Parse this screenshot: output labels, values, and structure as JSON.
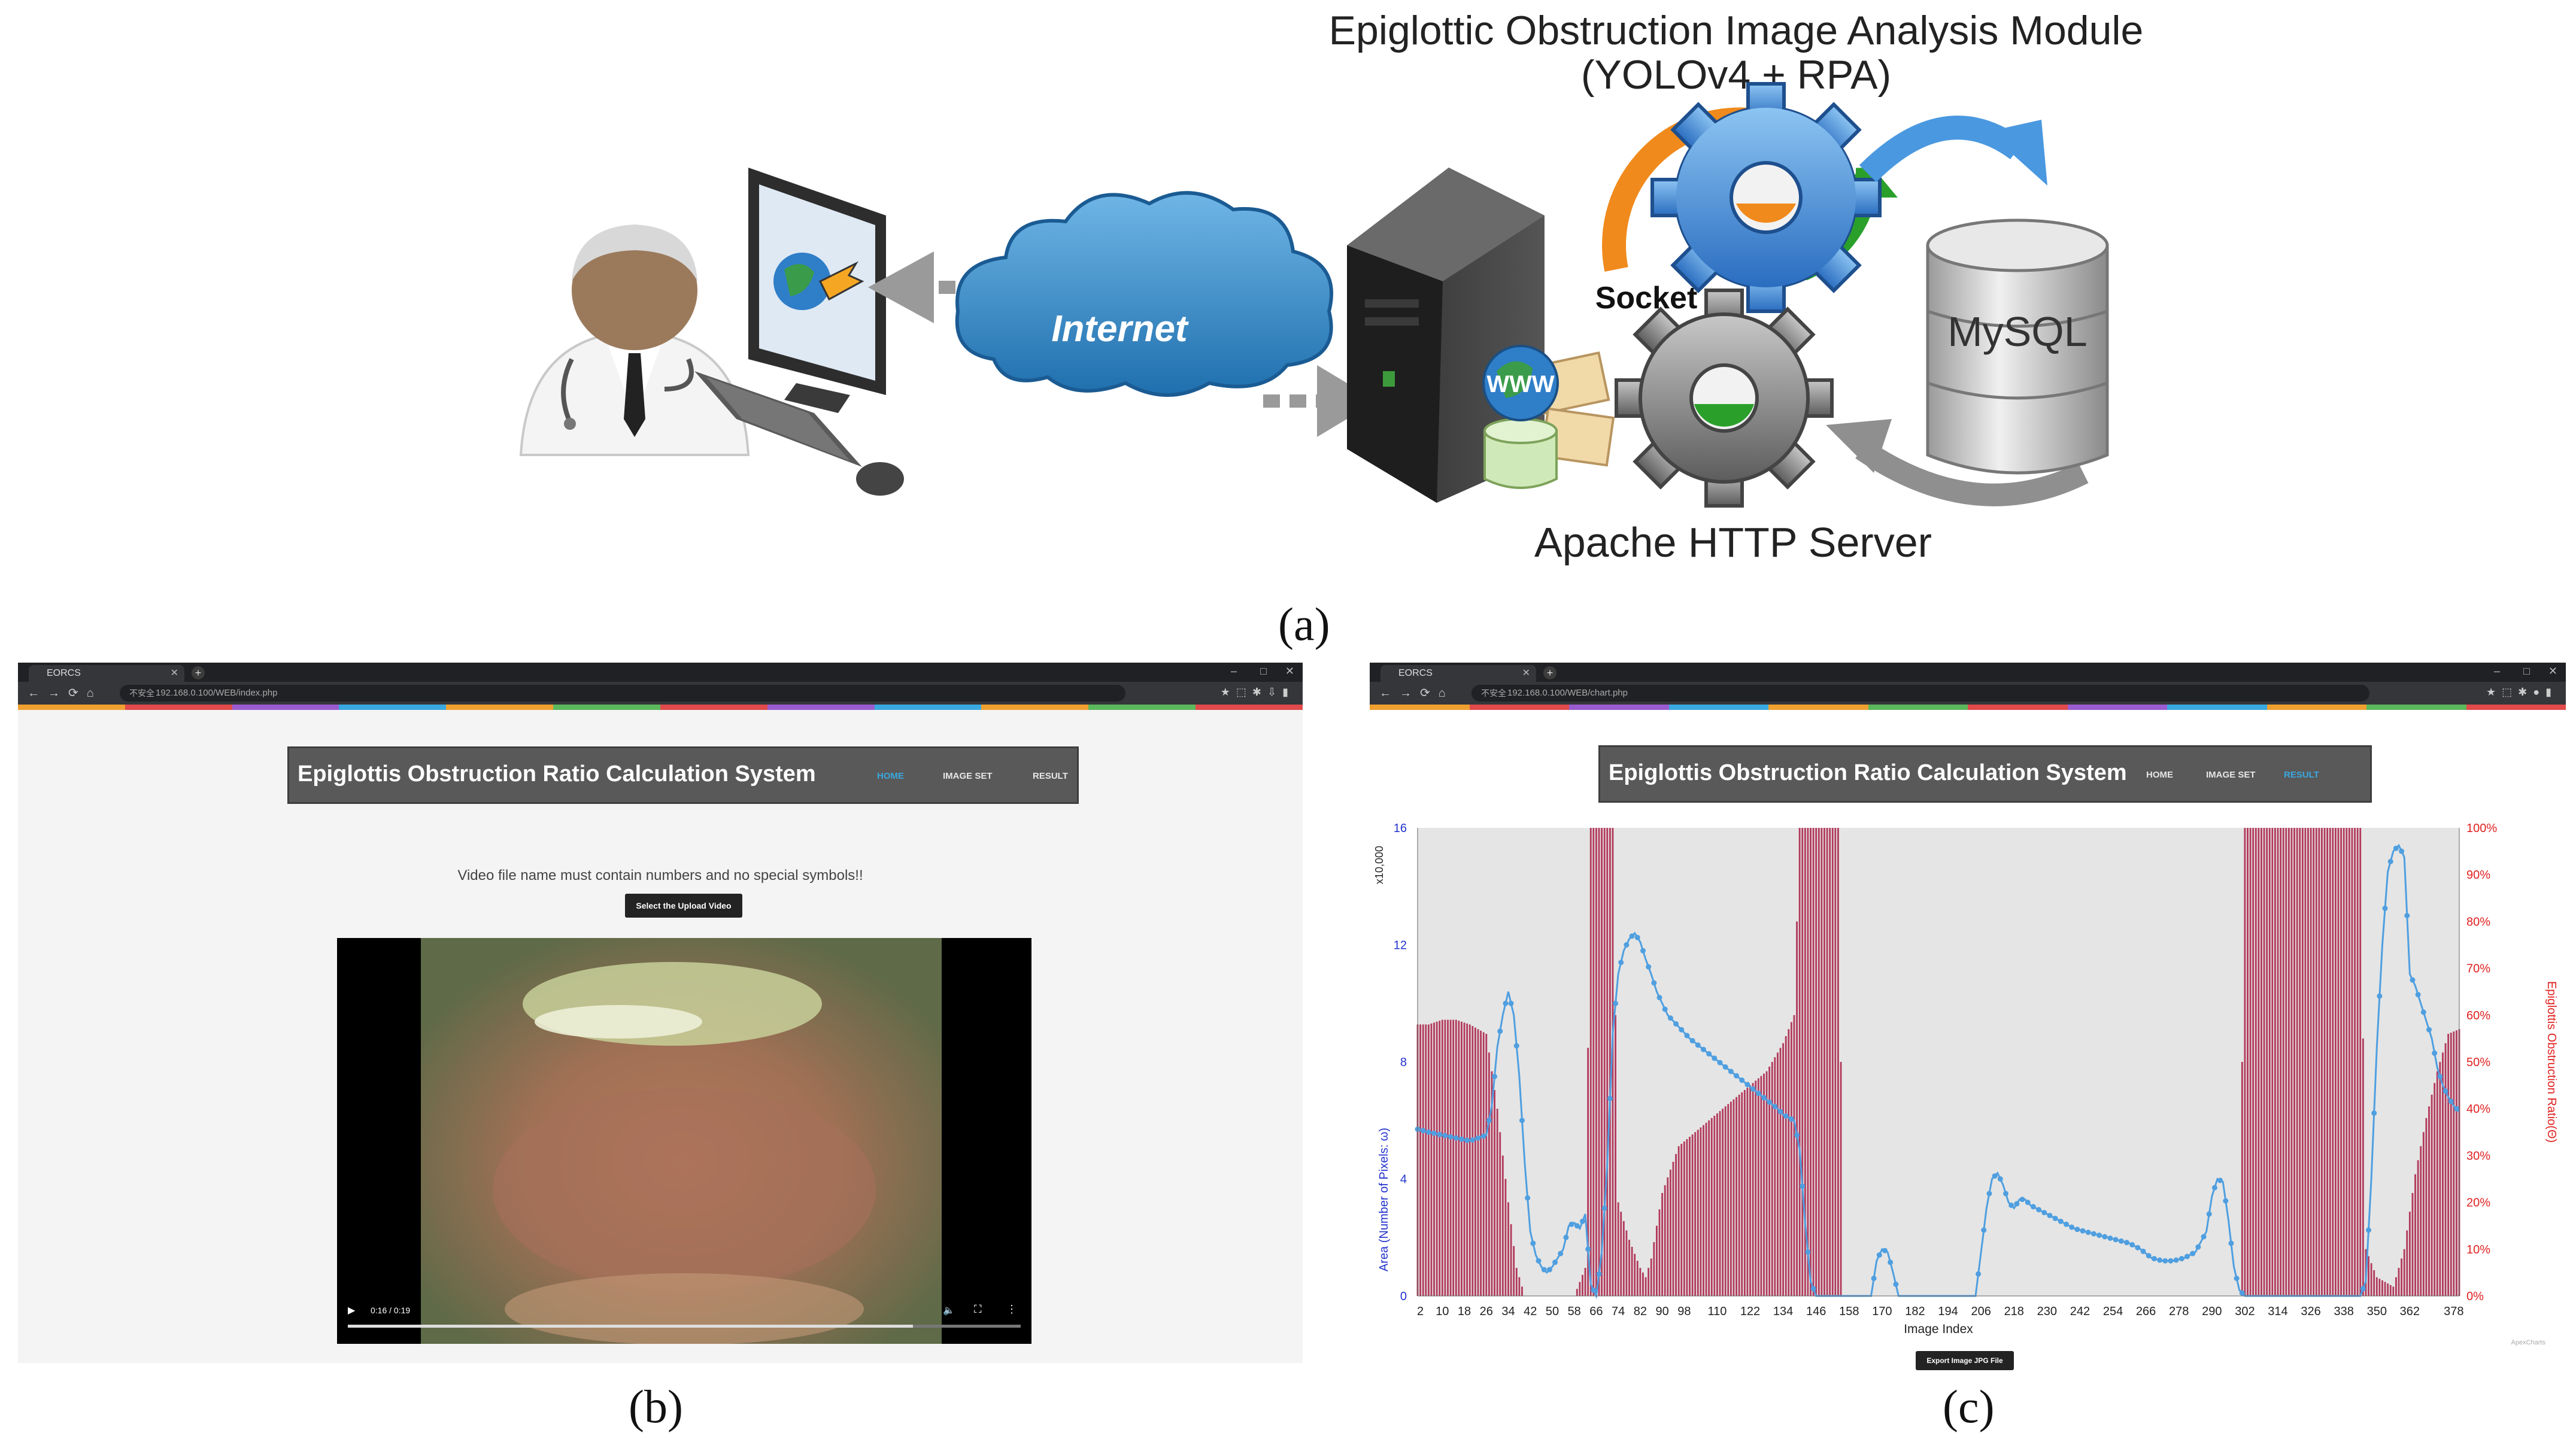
{
  "architecture": {
    "title_line1": "Epiglottic Obstruction Image Analysis Module",
    "title_line2": "(YOLOv4 + RPA)",
    "internet_label": "Internet",
    "www_label": "WWW",
    "socket_label": "Socket",
    "mysql_label": "MySQL",
    "server_label": "Apache HTTP Server",
    "panel_label": "(a)"
  },
  "upload_page": {
    "panel_label": "(b)",
    "tab_title": "EORCS",
    "url": "192.168.0.100/WEB/index.php",
    "security_text": "不安全",
    "site_title": "Epiglottis Obstruction Ratio Calculation System",
    "nav": [
      "HOME",
      "IMAGE SET",
      "RESULT"
    ],
    "active_nav": "HOME",
    "notice": "Video file name must contain numbers and no special symbols!!",
    "upload_button": "Select the Upload Video",
    "video_time": "0:16 / 0:19",
    "video_progress": 0.84
  },
  "result_page": {
    "panel_label": "(c)",
    "tab_title": "EORCS",
    "url": "192.168.0.100/WEB/chart.php",
    "security_text": "不安全",
    "site_title": "Epiglottis Obstruction Ratio Calculation System",
    "nav": [
      "HOME",
      "IMAGE SET",
      "RESULT"
    ],
    "active_nav": "RESULT",
    "export_button": "Export Image JPG File",
    "credit": "ApexCharts"
  },
  "colors": {
    "area_line": "#4f9fe0",
    "ratio_bar": "#b23a5c",
    "left_axis": "#2233cc",
    "right_axis": "#e02020",
    "plot_bg": "#e5e5e5",
    "accent_nav": "#3aa8e0"
  },
  "chart_data": {
    "type": "bar+line",
    "xlabel": "Image Index",
    "x_ticks": [
      2,
      10,
      18,
      26,
      34,
      42,
      50,
      58,
      66,
      74,
      82,
      90,
      98,
      110,
      122,
      134,
      146,
      158,
      170,
      182,
      194,
      206,
      218,
      230,
      242,
      254,
      266,
      278,
      290,
      302,
      314,
      326,
      338,
      350,
      362,
      378
    ],
    "x_range": [
      1,
      380
    ],
    "left_axis": {
      "label": "Area (Number of Pixels: ω)",
      "multiplier": "x10,000",
      "range": [
        0,
        16
      ],
      "ticks": [
        0,
        4,
        8,
        12,
        16
      ]
    },
    "right_axis": {
      "label": "Epiglottis Obstruction Ratio(Θ)",
      "range": [
        0,
        100
      ],
      "ticks": [
        "0%",
        "10%",
        "20%",
        "30%",
        "40%",
        "50%",
        "60%",
        "70%",
        "80%",
        "90%",
        "100%"
      ]
    },
    "series": [
      {
        "name": "Epiglottis Obstruction Ratio(Θ)",
        "kind": "bar",
        "axis": "right",
        "points": [
          [
            1,
            58
          ],
          [
            5,
            58
          ],
          [
            10,
            59
          ],
          [
            15,
            59
          ],
          [
            20,
            58
          ],
          [
            26,
            56
          ],
          [
            30,
            40
          ],
          [
            34,
            20
          ],
          [
            37,
            6
          ],
          [
            40,
            0
          ],
          [
            58,
            0
          ],
          [
            62,
            6
          ],
          [
            64,
            100
          ],
          [
            72,
            100
          ],
          [
            74,
            20
          ],
          [
            78,
            12
          ],
          [
            82,
            6
          ],
          [
            84,
            4
          ],
          [
            86,
            8
          ],
          [
            90,
            22
          ],
          [
            96,
            32
          ],
          [
            104,
            36
          ],
          [
            112,
            40
          ],
          [
            120,
            44
          ],
          [
            128,
            48
          ],
          [
            134,
            54
          ],
          [
            138,
            60
          ],
          [
            140,
            100
          ],
          [
            154,
            100
          ],
          [
            156,
            0
          ],
          [
            300,
            0
          ],
          [
            302,
            100
          ],
          [
            344,
            100
          ],
          [
            346,
            10
          ],
          [
            350,
            4
          ],
          [
            356,
            2
          ],
          [
            360,
            10
          ],
          [
            364,
            26
          ],
          [
            368,
            38
          ],
          [
            372,
            48
          ],
          [
            376,
            56
          ],
          [
            380,
            57
          ]
        ]
      },
      {
        "name": "Area (Number of Pixels: ω)",
        "kind": "line",
        "axis": "left",
        "points": [
          [
            1,
            5.7
          ],
          [
            5,
            5.6
          ],
          [
            10,
            5.5
          ],
          [
            15,
            5.4
          ],
          [
            20,
            5.3
          ],
          [
            26,
            5.5
          ],
          [
            28,
            6.5
          ],
          [
            30,
            8.5
          ],
          [
            32,
            9.6
          ],
          [
            34,
            10.4
          ],
          [
            36,
            9.6
          ],
          [
            38,
            7.5
          ],
          [
            40,
            4.5
          ],
          [
            42,
            2.2
          ],
          [
            44,
            1.4
          ],
          [
            46,
            1.0
          ],
          [
            48,
            0.8
          ],
          [
            50,
            1.0
          ],
          [
            52,
            1.3
          ],
          [
            54,
            1.6
          ],
          [
            56,
            2.4
          ],
          [
            58,
            2.5
          ],
          [
            60,
            2.3
          ],
          [
            62,
            2.8
          ],
          [
            64,
            0.4
          ],
          [
            66,
            0
          ],
          [
            68,
            1.5
          ],
          [
            70,
            4.5
          ],
          [
            72,
            9.0
          ],
          [
            74,
            11.0
          ],
          [
            76,
            11.8
          ],
          [
            78,
            12.2
          ],
          [
            80,
            12.4
          ],
          [
            82,
            12.1
          ],
          [
            84,
            11.5
          ],
          [
            86,
            11.0
          ],
          [
            88,
            10.4
          ],
          [
            90,
            10.0
          ],
          [
            92,
            9.6
          ],
          [
            96,
            9.2
          ],
          [
            100,
            8.8
          ],
          [
            104,
            8.5
          ],
          [
            108,
            8.2
          ],
          [
            112,
            7.9
          ],
          [
            116,
            7.6
          ],
          [
            120,
            7.3
          ],
          [
            124,
            7.0
          ],
          [
            128,
            6.7
          ],
          [
            132,
            6.4
          ],
          [
            134,
            6.2
          ],
          [
            136,
            6.1
          ],
          [
            138,
            6.0
          ],
          [
            140,
            5.0
          ],
          [
            142,
            2.5
          ],
          [
            144,
            0.5
          ],
          [
            146,
            0
          ],
          [
            166,
            0
          ],
          [
            168,
            1.2
          ],
          [
            170,
            1.6
          ],
          [
            172,
            1.5
          ],
          [
            174,
            0.8
          ],
          [
            176,
            0
          ],
          [
            204,
            0
          ],
          [
            206,
            1.5
          ],
          [
            208,
            3.0
          ],
          [
            210,
            4.0
          ],
          [
            212,
            4.2
          ],
          [
            214,
            3.8
          ],
          [
            216,
            3.2
          ],
          [
            218,
            3.0
          ],
          [
            220,
            3.3
          ],
          [
            222,
            3.3
          ],
          [
            224,
            3.1
          ],
          [
            228,
            2.9
          ],
          [
            232,
            2.7
          ],
          [
            236,
            2.5
          ],
          [
            240,
            2.3
          ],
          [
            244,
            2.2
          ],
          [
            248,
            2.1
          ],
          [
            252,
            2.0
          ],
          [
            256,
            1.9
          ],
          [
            260,
            1.8
          ],
          [
            264,
            1.6
          ],
          [
            268,
            1.3
          ],
          [
            272,
            1.2
          ],
          [
            276,
            1.2
          ],
          [
            280,
            1.3
          ],
          [
            284,
            1.5
          ],
          [
            288,
            2.2
          ],
          [
            290,
            3.4
          ],
          [
            292,
            4.0
          ],
          [
            294,
            3.9
          ],
          [
            296,
            2.6
          ],
          [
            298,
            1.0
          ],
          [
            300,
            0.2
          ],
          [
            302,
            0
          ],
          [
            344,
            0
          ],
          [
            346,
            0.5
          ],
          [
            348,
            4.0
          ],
          [
            350,
            8.5
          ],
          [
            352,
            12.0
          ],
          [
            354,
            14.5
          ],
          [
            356,
            15.2
          ],
          [
            358,
            15.4
          ],
          [
            360,
            15.0
          ],
          [
            362,
            11.0
          ],
          [
            364,
            10.6
          ],
          [
            366,
            10.0
          ],
          [
            368,
            9.4
          ],
          [
            370,
            8.8
          ],
          [
            372,
            7.8
          ],
          [
            374,
            7.2
          ],
          [
            376,
            6.8
          ],
          [
            378,
            6.5
          ],
          [
            380,
            6.3
          ]
        ]
      }
    ]
  }
}
